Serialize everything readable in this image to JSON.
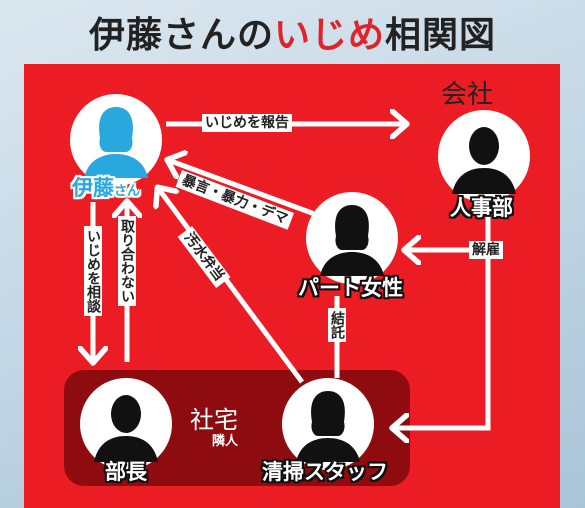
{
  "title": {
    "part1": "伊藤さんの",
    "part2": "いじめ",
    "part3": "相関図"
  },
  "colors": {
    "panel": "#ec1c24",
    "accent": "#e0232b",
    "ito": "#29a8e0",
    "dark_box": "#8e0b0f"
  },
  "groups": {
    "company": "会社",
    "company_housing": "社宅",
    "neighbors": "隣人"
  },
  "nodes": {
    "ito": {
      "name": "伊藤",
      "suffix": "さん",
      "icon": "person-female-blue"
    },
    "hr": {
      "name": "人事部",
      "icon": "person-male-silhouette"
    },
    "part": {
      "name": "パート女性",
      "icon": "person-female-silhouette"
    },
    "manager": {
      "name": "部長",
      "icon": "person-male-silhouette"
    },
    "cleaning": {
      "name": "清掃スタッフ",
      "icon": "person-female-silhouette"
    }
  },
  "edges": {
    "report_bullying": "いじめを報告",
    "abuse": "暴言・暴力・デマ",
    "dismissal": "解雇",
    "collusion": "結託",
    "sewage": "汚水弁当",
    "consult_bullying": "いじめを相談",
    "ignore": "取り合わない"
  }
}
